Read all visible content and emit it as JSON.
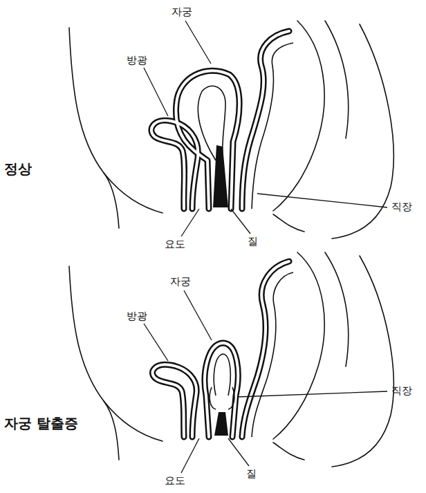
{
  "diagram": {
    "labels": [
      "자궁",
      "방광",
      "정상",
      "직장",
      "요도",
      "질",
      "자궁",
      "방광",
      "자궁 탈출증",
      "직장",
      "요도",
      "질"
    ]
  }
}
